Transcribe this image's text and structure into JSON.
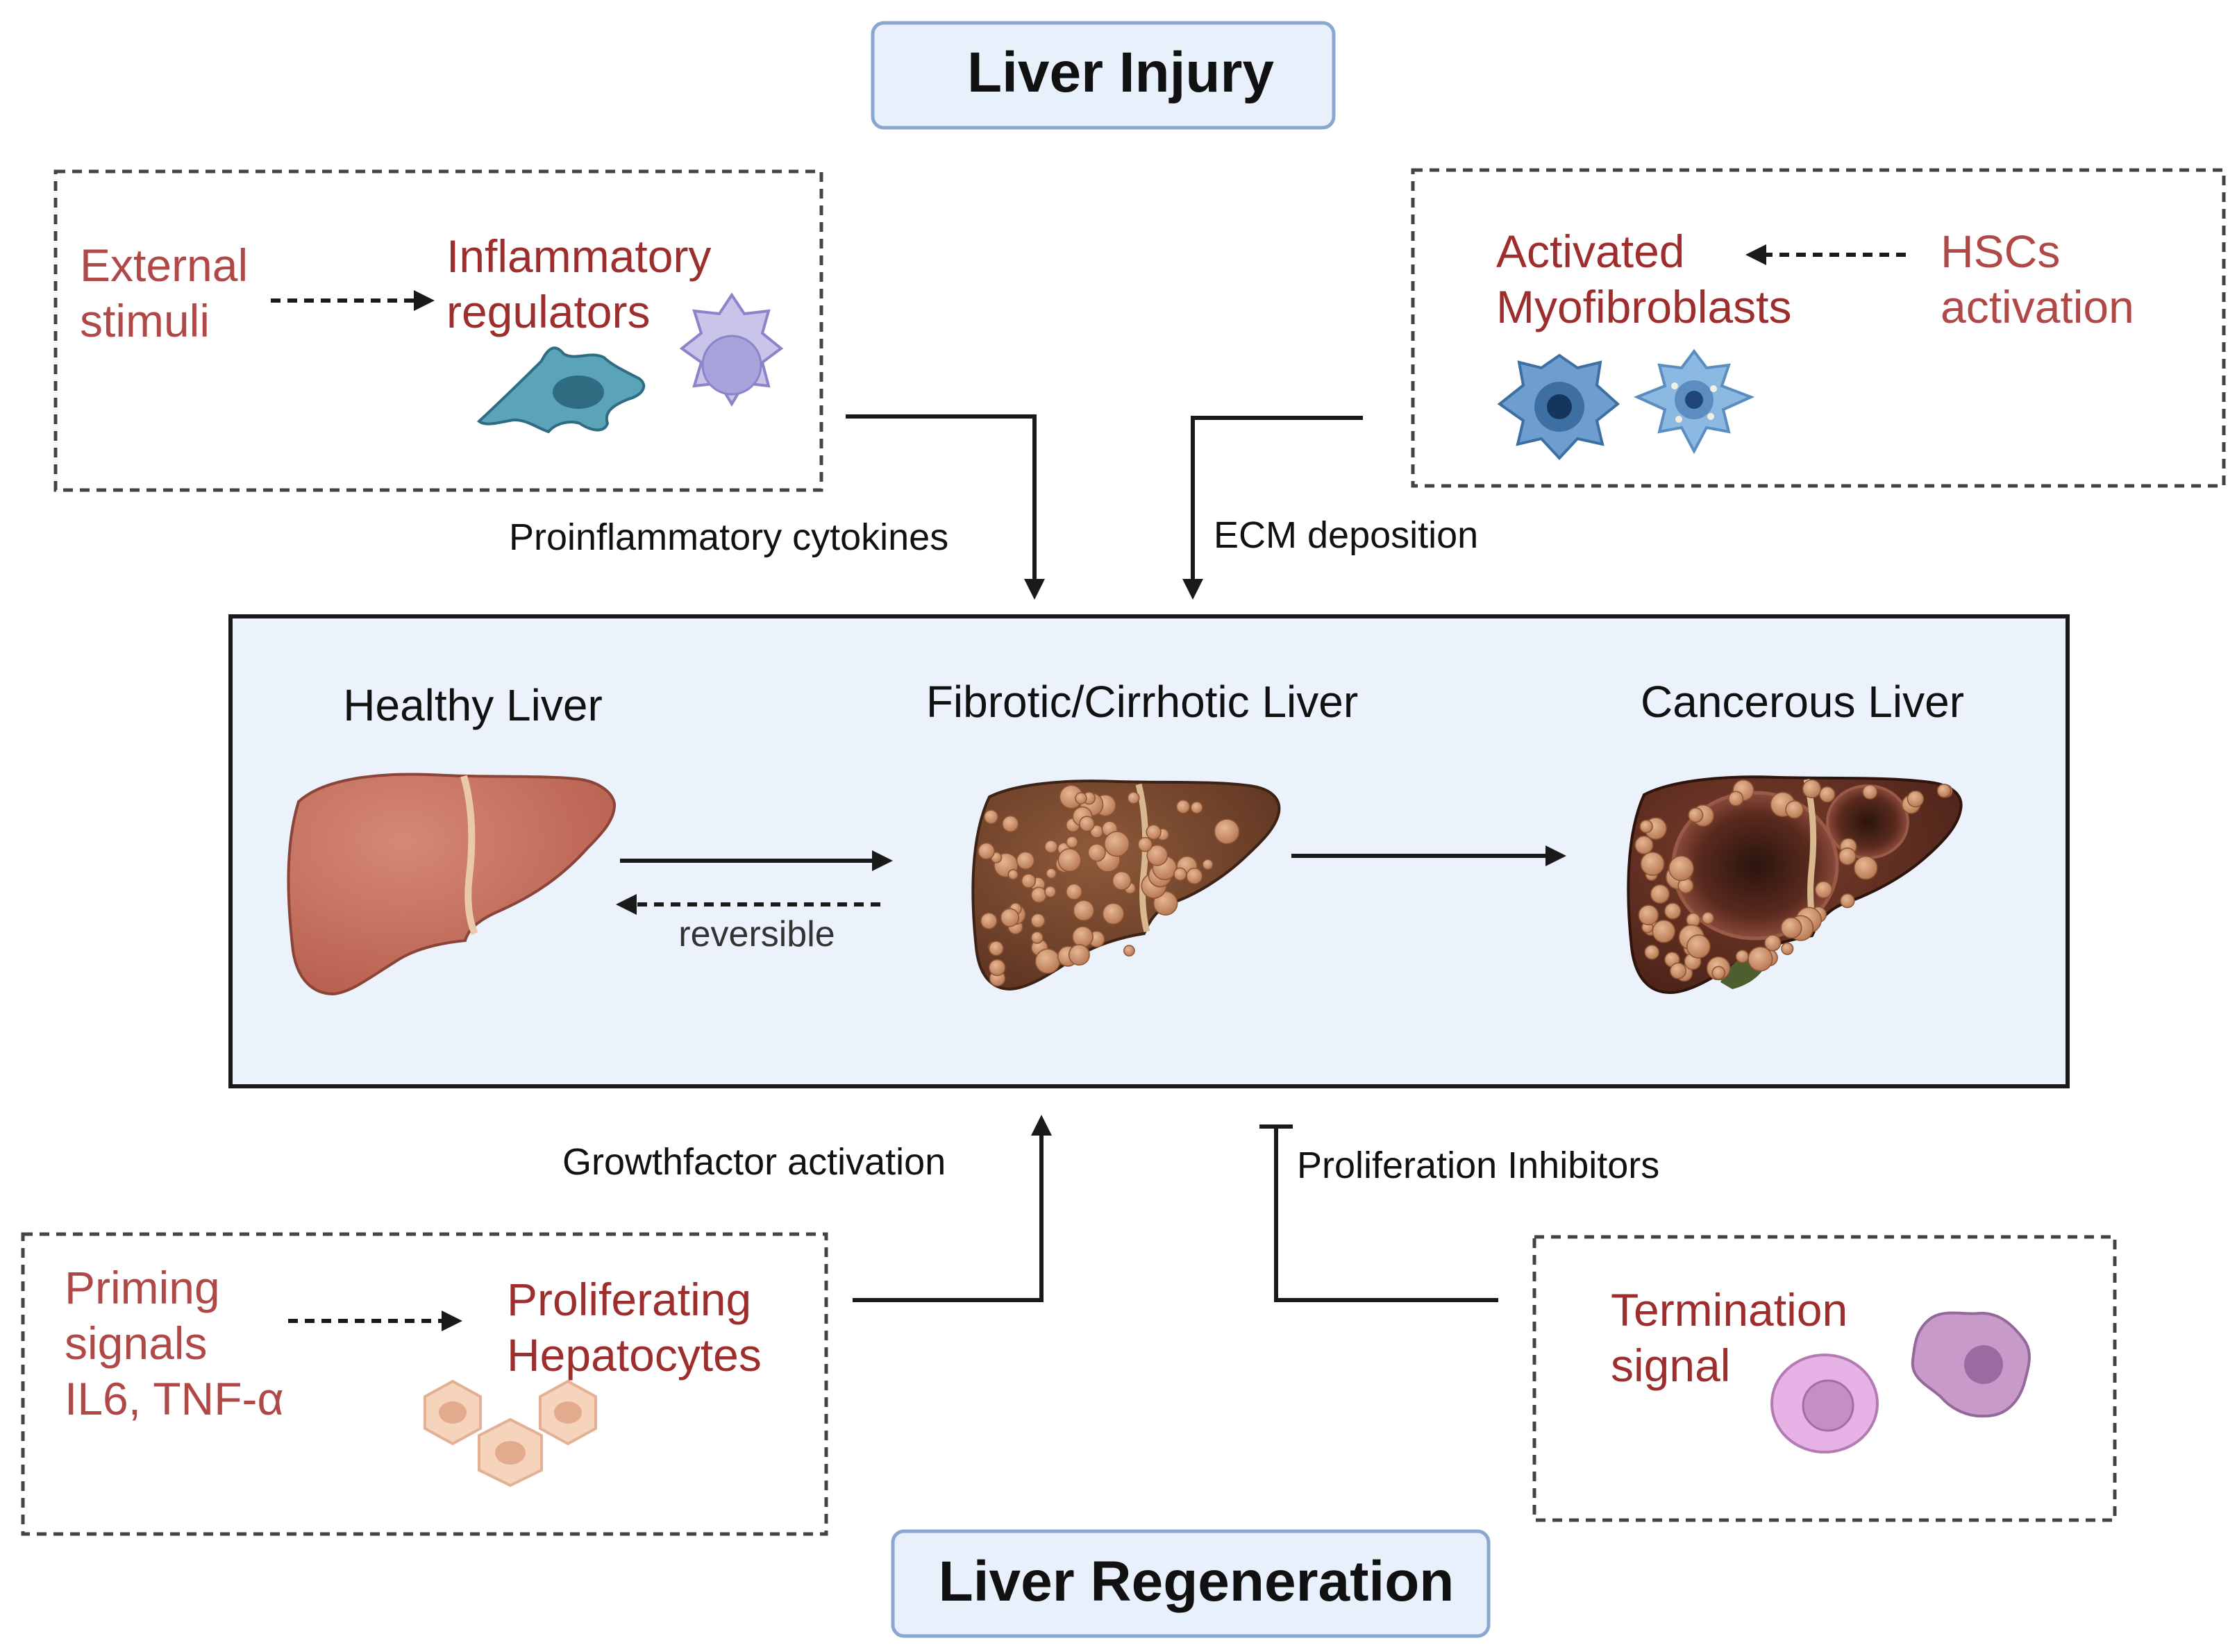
{
  "top_title": "Liver Injury",
  "bottom_title": "Liver Regeneration",
  "injury_left": {
    "source_lines": [
      "External",
      "stimuli"
    ],
    "target_lines": [
      "Inflammatory",
      "regulators"
    ]
  },
  "injury_right": {
    "target_lines": [
      "Activated",
      "Myofibroblasts"
    ],
    "source_lines": [
      "HSCs",
      "activation"
    ]
  },
  "regen_left": {
    "source_lines": [
      "Priming",
      "signals",
      "IL6, TNF-α"
    ],
    "target_lines": [
      "Proliferating",
      "Hepatocytes"
    ]
  },
  "regen_right": {
    "label_lines": [
      "Termination",
      "signal"
    ]
  },
  "connectors": {
    "proinflammatory": "Proinflammatory cytokines",
    "ecm": "ECM deposition",
    "growthfactor": "Growthfactor activation",
    "inhibitors": "Proliferation Inhibitors"
  },
  "stages": {
    "healthy": "Healthy Liver",
    "fibrotic": "Fibrotic/Cirrhotic Liver",
    "cancerous": "Cancerous Liver"
  },
  "reversible": "reversible",
  "colors": {
    "center_fill": "#EBF2FB",
    "title_fill": "#E8F1FB",
    "title_border": "#8CA6D2",
    "red_text": "#9E2D2D",
    "red_text_light": "#B04848",
    "line": "#1A1A1A"
  }
}
